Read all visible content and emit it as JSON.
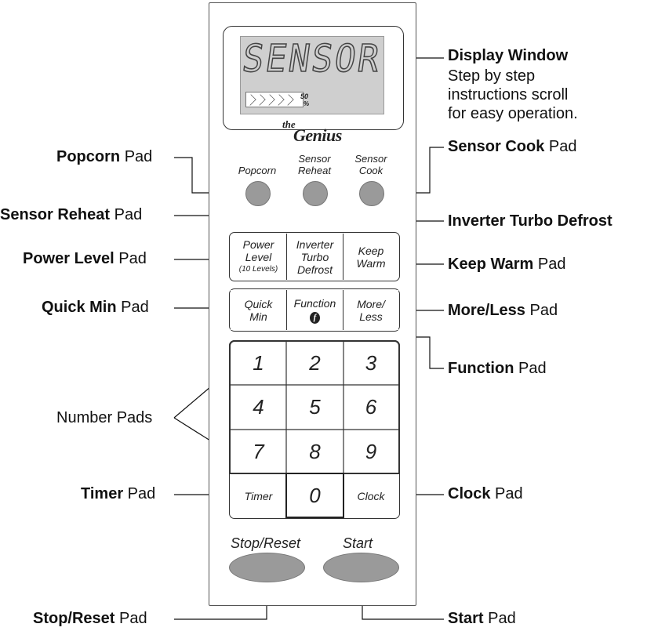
{
  "display": {
    "lcd_text": "SENSOR",
    "progress_percent_label": "50",
    "percent_sign": "%",
    "progress_fraction": 0.5
  },
  "brand": {
    "small": "the",
    "big": "Genius"
  },
  "top_pads": {
    "popcorn": "Popcorn",
    "sensor_reheat_1": "Sensor",
    "sensor_reheat_2": "Reheat",
    "sensor_cook_1": "Sensor",
    "sensor_cook_2": "Cook"
  },
  "keys": {
    "power_level_1": "Power",
    "power_level_2": "Level",
    "power_level_3": "(10 Levels)",
    "inverter_1": "Inverter",
    "inverter_2": "Turbo",
    "inverter_3": "Defrost",
    "keep_warm_1": "Keep",
    "keep_warm_2": "Warm",
    "quick_min_1": "Quick",
    "quick_min_2": "Min",
    "function_1": "Function",
    "function_icon": "f",
    "more_less_1": "More/",
    "more_less_2": "Less",
    "digits": [
      "1",
      "2",
      "3",
      "4",
      "5",
      "6",
      "7",
      "8",
      "9",
      "0"
    ],
    "timer": "Timer",
    "clock": "Clock"
  },
  "bottom": {
    "stop_reset": "Stop/Reset",
    "start": "Start"
  },
  "callouts": {
    "display_window_bold": "Display Window",
    "display_window_desc_1": "Step by step",
    "display_window_desc_2": "instructions scroll",
    "display_window_desc_3": "for easy operation.",
    "popcorn_bold": "Popcorn",
    "sensor_reheat_bold": "Sensor Reheat",
    "sensor_cook_bold": "Sensor Cook",
    "inverter_turbo_defrost_bold": "Inverter Turbo Defrost",
    "power_level_bold": "Power Level",
    "keep_warm_bold": "Keep Warm",
    "quick_min_bold": "Quick Min",
    "more_less_bold": "More/Less",
    "function_bold": "Function",
    "number_pads": "Number Pads",
    "timer_bold": "Timer",
    "clock_bold": "Clock",
    "stop_reset_bold": "Stop/Reset",
    "start_bold": "Start",
    "pad_word": "Pad"
  }
}
